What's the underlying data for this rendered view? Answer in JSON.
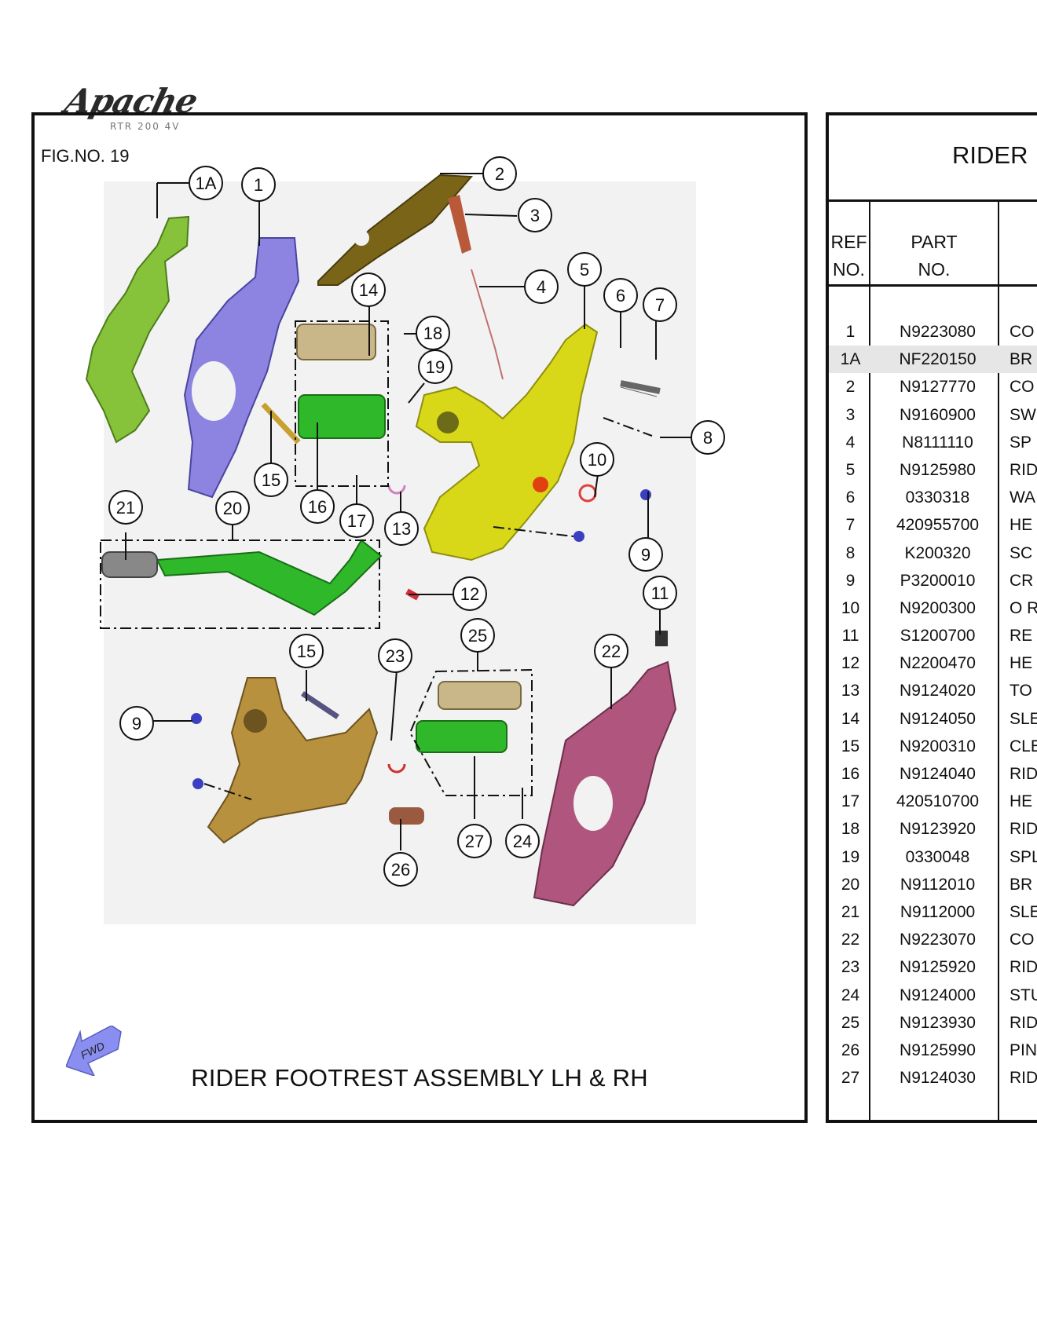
{
  "logo": {
    "brand": "Apache",
    "model": "RTR 200 4V"
  },
  "figure": {
    "fig_no": "FIG.NO. 19",
    "caption": "RIDER FOOTREST ASSEMBLY LH & RH",
    "fwd_label": "FWD",
    "callouts": [
      "1A",
      "1",
      "2",
      "3",
      "4",
      "5",
      "6",
      "7",
      "8",
      "9",
      "10",
      "11",
      "12",
      "13",
      "14",
      "15",
      "16",
      "17",
      "18",
      "19",
      "20",
      "21",
      "22",
      "23",
      "24",
      "25",
      "26",
      "27"
    ]
  },
  "table": {
    "title": "RIDER",
    "headers": {
      "ref_line1": "REF",
      "ref_line2": "NO.",
      "part_line1": "PART",
      "part_line2": "NO."
    },
    "rows": [
      {
        "ref": "1",
        "part": "N9223080",
        "desc": "CO"
      },
      {
        "ref": "1A",
        "part": "NF220150",
        "desc": "BR"
      },
      {
        "ref": "2",
        "part": "N9127770",
        "desc": "CO"
      },
      {
        "ref": "3",
        "part": "N9160900",
        "desc": "SW"
      },
      {
        "ref": "4",
        "part": "N8111110",
        "desc": "SP"
      },
      {
        "ref": "5",
        "part": "N9125980",
        "desc": "RID"
      },
      {
        "ref": "6",
        "part": "0330318",
        "desc": "WA"
      },
      {
        "ref": "7",
        "part": "420955700",
        "desc": "HE"
      },
      {
        "ref": "8",
        "part": "K200320",
        "desc": "SC"
      },
      {
        "ref": "9",
        "part": "P3200010",
        "desc": "CR"
      },
      {
        "ref": "10",
        "part": "N9200300",
        "desc": "O R"
      },
      {
        "ref": "11",
        "part": "S1200700",
        "desc": "RE"
      },
      {
        "ref": "12",
        "part": "N2200470",
        "desc": "HE"
      },
      {
        "ref": "13",
        "part": "N9124020",
        "desc": "TO"
      },
      {
        "ref": "14",
        "part": "N9124050",
        "desc": "SLE"
      },
      {
        "ref": "15",
        "part": "N9200310",
        "desc": "CLE"
      },
      {
        "ref": "16",
        "part": "N9124040",
        "desc": "RID"
      },
      {
        "ref": "17",
        "part": "420510700",
        "desc": "HE"
      },
      {
        "ref": "18",
        "part": "N9123920",
        "desc": "RID"
      },
      {
        "ref": "19",
        "part": "0330048",
        "desc": "SPL"
      },
      {
        "ref": "20",
        "part": "N9112010",
        "desc": "BR"
      },
      {
        "ref": "21",
        "part": "N9112000",
        "desc": "SLE"
      },
      {
        "ref": "22",
        "part": "N9223070",
        "desc": "CO"
      },
      {
        "ref": "23",
        "part": "N9125920",
        "desc": "RID"
      },
      {
        "ref": "24",
        "part": "N9124000",
        "desc": "STU"
      },
      {
        "ref": "25",
        "part": "N9123930",
        "desc": "RID"
      },
      {
        "ref": "26",
        "part": "N9125990",
        "desc": "PIN"
      },
      {
        "ref": "27",
        "part": "N9124030",
        "desc": "RID"
      }
    ],
    "highlight_color": "#e6e6e6"
  },
  "part_colors": {
    "bracket_green": "#86c23a",
    "cover_lilac": "#8c84e0",
    "cover_olive": "#7a6418",
    "bracket_yellow": "#d8d818",
    "footrest_green": "#2fb82a",
    "rubber_tan": "#c9b78a",
    "bracket_bronze": "#b8913e",
    "cover_maroon": "#b0557e",
    "fwd_arrow": "#8a8ef0"
  }
}
